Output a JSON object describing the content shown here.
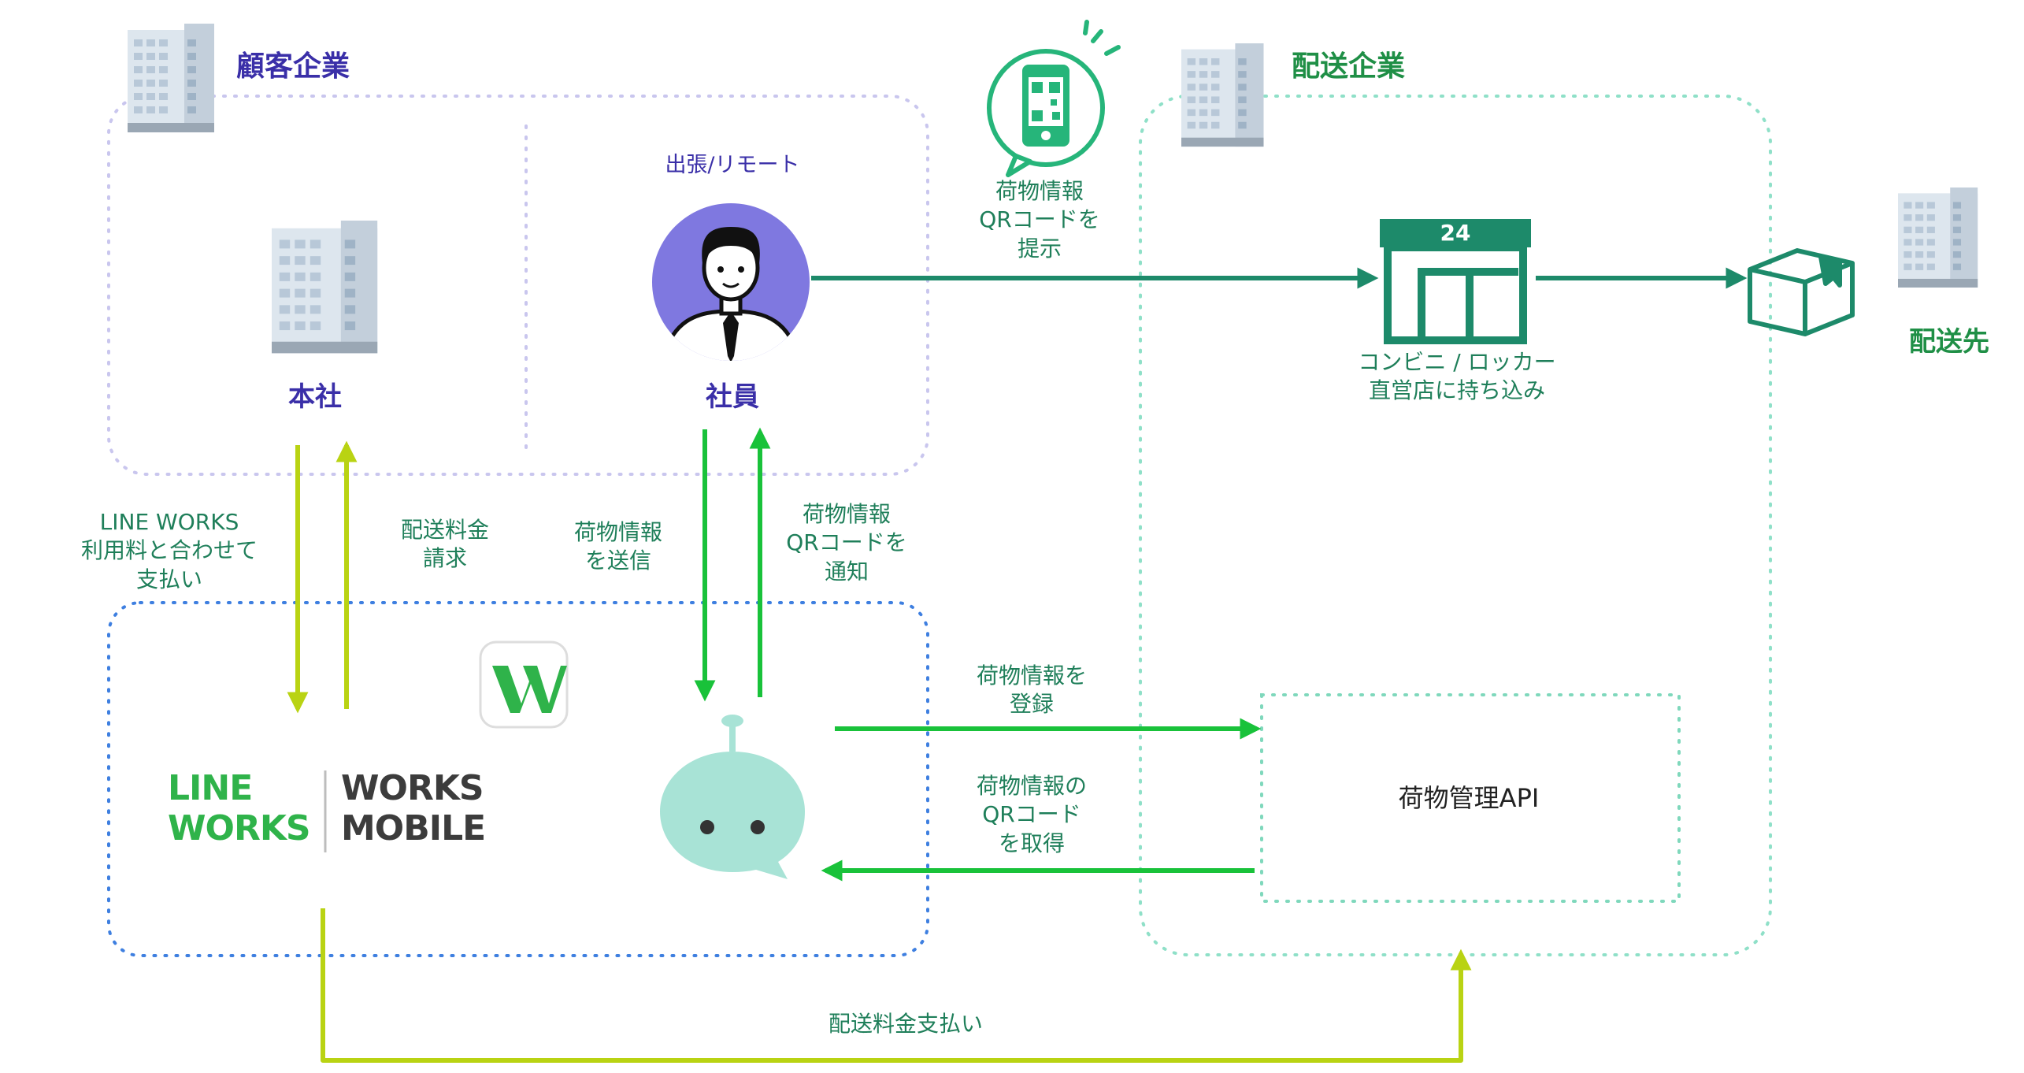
{
  "labels": {
    "customer_company": "顧客企業",
    "delivery_company": "配送企業",
    "head_office": "本社",
    "employee": "社員",
    "trip_remote": "出張/リモート",
    "show_qr": "荷物情報\nQRコードを\n提示",
    "convenience_store": "コンビニ / ロッカー\n直営店に持ち込み",
    "destination": "配送先",
    "pay_with_lineworks": "LINE WORKS\n利用料と合わせて\n支払い",
    "delivery_fee_billing": "配送料金\n請求",
    "send_package_info": "荷物情報\nを送信",
    "notify_qr": "荷物情報\nQRコードを\n通知",
    "register_package_info": "荷物情報を\n登録",
    "get_qr": "荷物情報の\nQRコード\nを取得",
    "package_api": "荷物管理API",
    "delivery_fee_payment": "配送料金支払い",
    "store_sign": "24"
  },
  "brand": {
    "line_works": "LINE\nWORKS",
    "works_mobile": "WORKS\nMOBILE"
  },
  "colors": {
    "purple_text": "#3a2fa8",
    "green_title": "#1f8f46",
    "teal_arrow": "#1d8a6a",
    "bright_green_arrow": "#19c23a",
    "lime_arrow": "#b9d313",
    "line_works_green": "#2fb34a",
    "works_mobile_gray": "#3c3c3c",
    "bot_color": "#a8e3d6",
    "avatar_bg": "#7f78e0"
  },
  "icons": [
    "building-icon",
    "smartphone-qr-icon",
    "convenience-store-icon",
    "package-box-icon",
    "employee-avatar-icon",
    "chatbot-icon",
    "line-works-app-icon"
  ]
}
